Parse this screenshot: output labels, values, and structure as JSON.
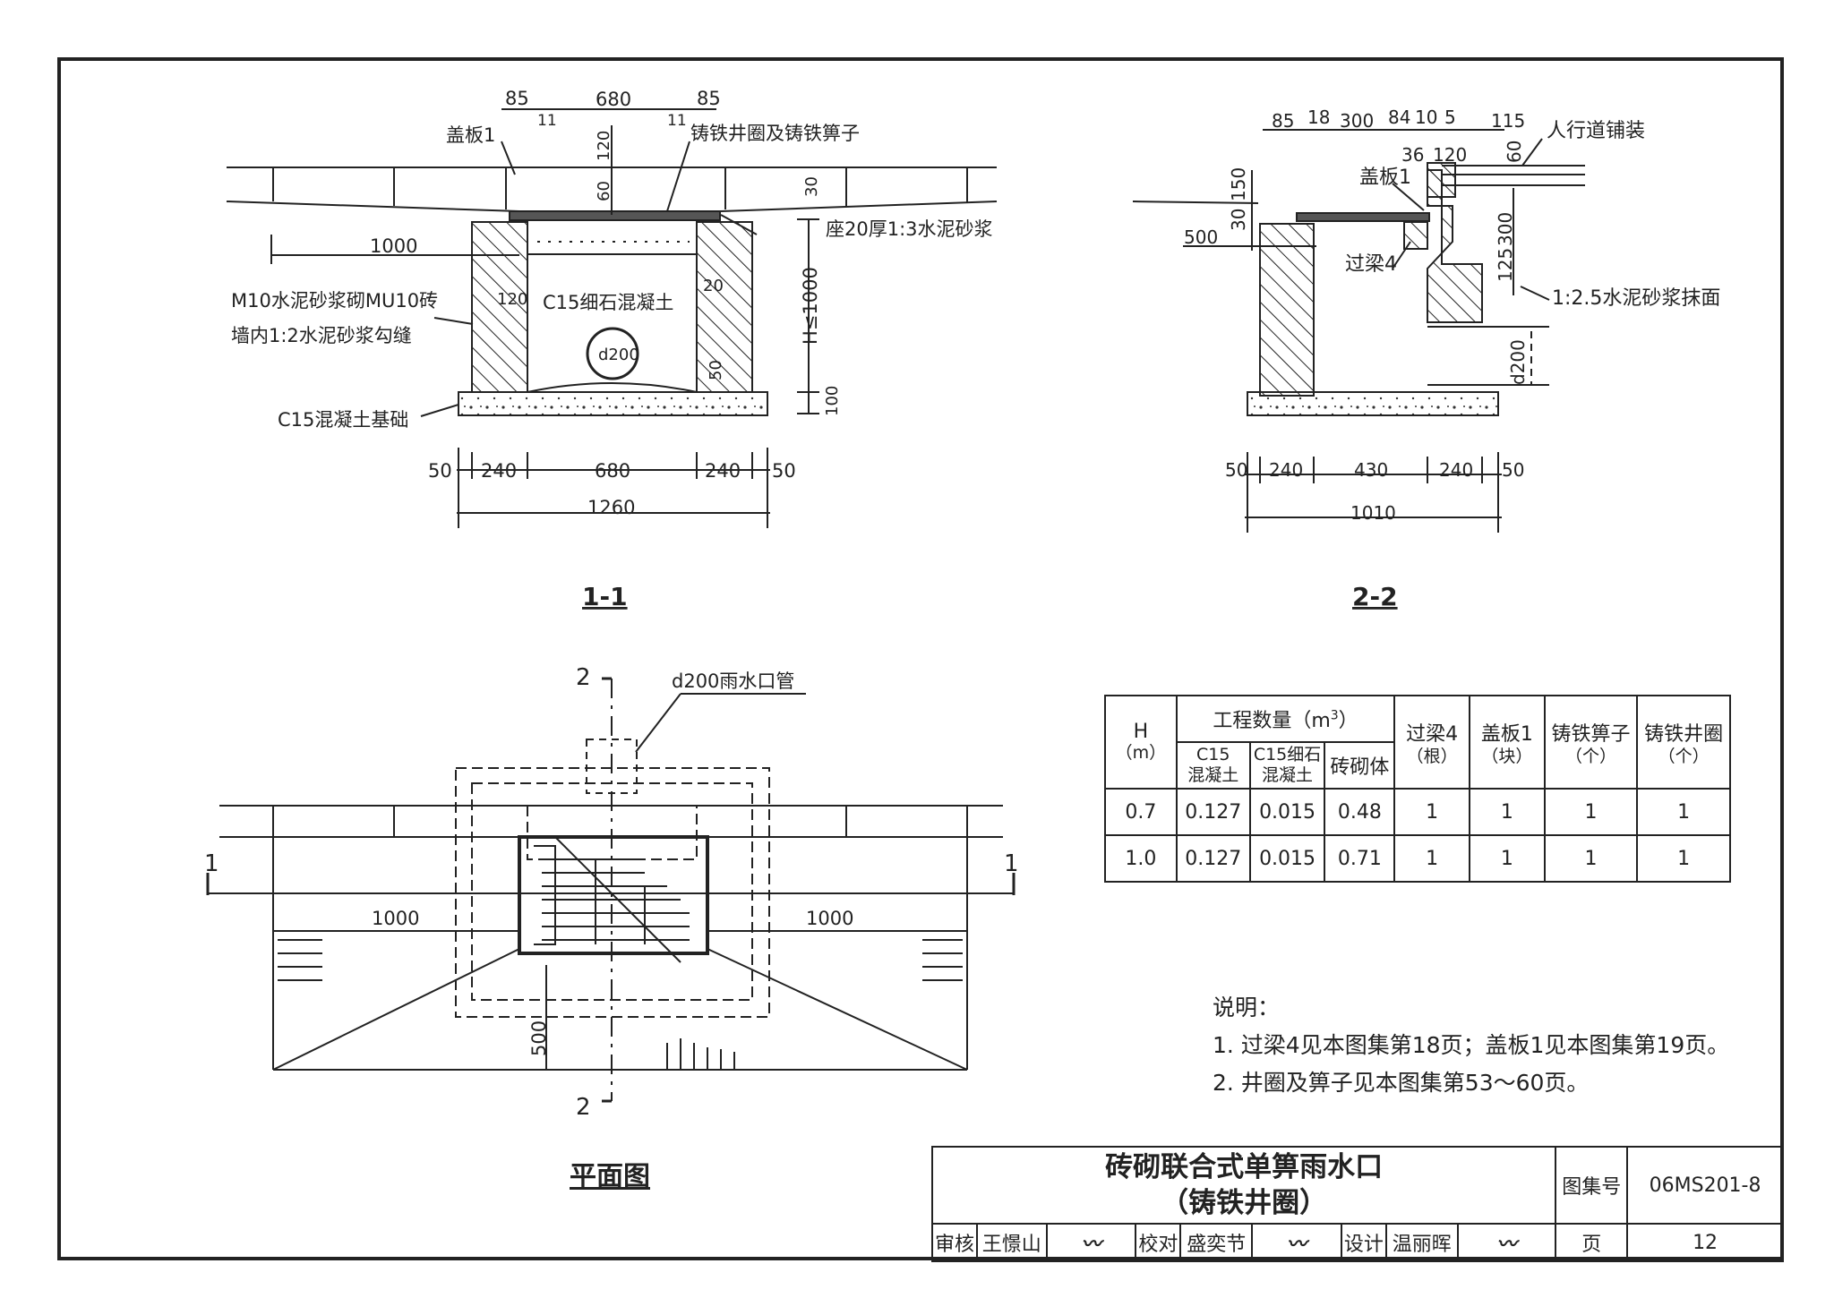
{
  "section_1_1": {
    "label": "1-1",
    "callouts": {
      "cover": "盖板1",
      "cast_iron": "铸铁井圈及铸铁箅子",
      "mortar_seat": "座20厚1:3水泥砂浆",
      "wall_line1": "M10水泥砂浆砌MU10砖",
      "wall_line2": "墙内1:2水泥砂浆勾缝",
      "fine_concrete": "C15细石混凝土",
      "base": "C15混凝土基础",
      "pipe": "d200",
      "depth": "H≤1000"
    },
    "top_dims": [
      "85",
      "680",
      "85",
      "11",
      "11"
    ],
    "dims": {
      "d120": "120",
      "d60": "60",
      "d30": "30",
      "d1000": "1000",
      "d120b": "120",
      "d20": "20",
      "d50": "50",
      "d100": "100"
    },
    "bottom_dims": [
      "50",
      "240",
      "680",
      "240",
      "50"
    ],
    "total": "1260"
  },
  "section_2_2": {
    "label": "2-2",
    "top_dims": [
      "85",
      "18",
      "300",
      "84",
      "10",
      "5",
      "115"
    ],
    "sub_dims": [
      "36",
      "120",
      "60"
    ],
    "callouts": {
      "paving": "人行道铺装",
      "cover": "盖板1",
      "beam": "过梁4",
      "plaster": "1:2.5水泥砂浆抹面"
    },
    "dims": {
      "d150": "150",
      "d30": "30",
      "d500": "500",
      "d300": "300",
      "d125": "125",
      "d200": "d200"
    },
    "bottom_dims": [
      "50",
      "240",
      "430",
      "240",
      "50"
    ],
    "total": "1010"
  },
  "plan": {
    "label": "平面图",
    "pipe_label": "d200雨水口管",
    "mark_2_top": "2",
    "mark_2_bottom": "2",
    "mark_1_left": "1",
    "mark_1_right": "1",
    "dim_left": "1000",
    "dim_right": "1000",
    "dim_500": "500"
  },
  "quantity_table": {
    "h_label": "H",
    "h_unit": "（m）",
    "group_header_pre": "工程数量（m",
    "group_header_sup": "3",
    "group_header_post": "）",
    "sub_c15_l1": "C15",
    "sub_c15_l2": "混凝土",
    "sub_fine_l1": "C15细石",
    "sub_fine_l2": "混凝土",
    "sub_brick": "砖砌体",
    "beam_l1": "过梁4",
    "beam_l2": "（根）",
    "cover_l1": "盖板1",
    "cover_l2": "（块）",
    "grate_l1": "铸铁箅子",
    "grate_l2": "（个）",
    "ring_l1": "铸铁井圈",
    "ring_l2": "（个）",
    "rows": [
      [
        "0.7",
        "0.127",
        "0.015",
        "0.48",
        "1",
        "1",
        "1",
        "1"
      ],
      [
        "1.0",
        "0.127",
        "0.015",
        "0.71",
        "1",
        "1",
        "1",
        "1"
      ]
    ]
  },
  "notes": {
    "heading": "说明：",
    "items": [
      "1. 过梁4见本图集第18页；盖板1见本图集第19页。",
      "2. 井圈及箅子见本图集第53～60页。"
    ]
  },
  "title_block": {
    "title": "砖砌联合式单箅雨水口",
    "subtitle": "（铸铁井圈）",
    "atlas_label": "图集号",
    "atlas_no": "06MS201-8",
    "review_label": "审核",
    "reviewer": "王憬山",
    "check_label": "校对",
    "checker": "盛奕节",
    "design_label": "设计",
    "designer": "温丽晖",
    "page_label": "页",
    "page_no": "12"
  }
}
